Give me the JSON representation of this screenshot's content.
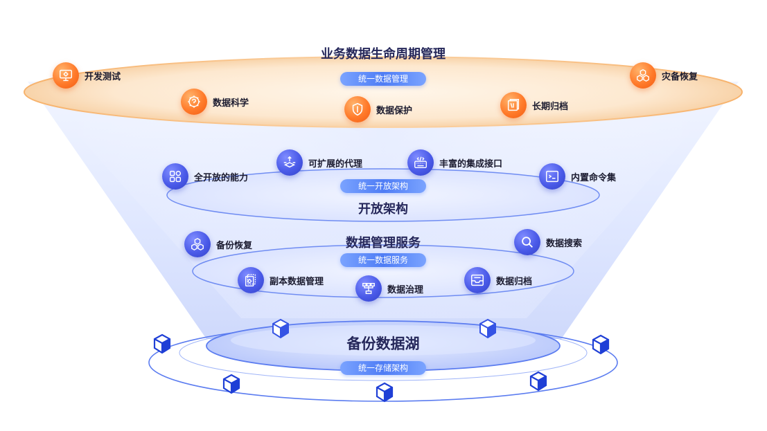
{
  "top": {
    "title": "业务数据生命周期管理",
    "pill": "统一数据管理",
    "items": [
      {
        "label": "开发测试"
      },
      {
        "label": "数据科学"
      },
      {
        "label": "数据保护"
      },
      {
        "label": "长期归档"
      },
      {
        "label": "灾备恢复"
      }
    ]
  },
  "open": {
    "title": "开放架构",
    "pill": "统一开放架构",
    "items": [
      {
        "label": "全开放的能力"
      },
      {
        "label": "可扩展的代理"
      },
      {
        "label": "丰富的集成接口"
      },
      {
        "label": "内置命令集"
      }
    ]
  },
  "service": {
    "title": "数据管理服务",
    "pill": "统一数据服务",
    "items": [
      {
        "label": "备份恢复"
      },
      {
        "label": "数据搜索"
      },
      {
        "label": "副本数据管理"
      },
      {
        "label": "数据治理"
      },
      {
        "label": "数据归档"
      }
    ]
  },
  "lake": {
    "title": "备份数据湖",
    "pill": "统一存储架构"
  },
  "colors": {
    "orange": "#ff7a2a",
    "blue": "#4a5ae8",
    "pill": "#5b86f7",
    "ring": "#5b7cf0",
    "cube": "#1f3fd6"
  }
}
